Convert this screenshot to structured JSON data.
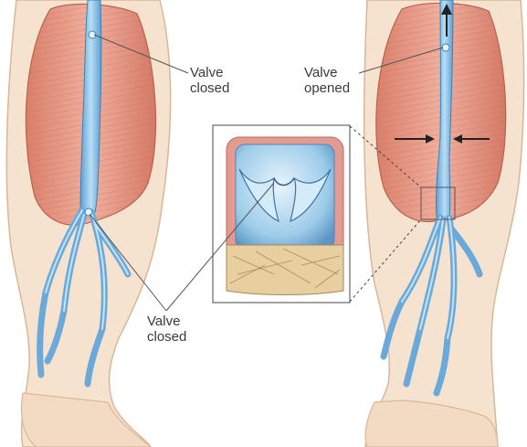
{
  "labels": {
    "left_top": {
      "line1": "Valve",
      "line2": "closed"
    },
    "right_top": {
      "line1": "Valve",
      "line2": "opened"
    },
    "bottom": {
      "line1": "Valve",
      "line2": "closed"
    }
  },
  "colors": {
    "skin": "#f6e3cf",
    "skin_shadow": "#e9c9ab",
    "muscle": "#e79a86",
    "muscle_dark": "#cf7461",
    "vein": "#8cc6ea",
    "vein_dark": "#4f8fc4",
    "valve_bg": "#c8e3f5",
    "label_text": "#3a3a3a"
  }
}
